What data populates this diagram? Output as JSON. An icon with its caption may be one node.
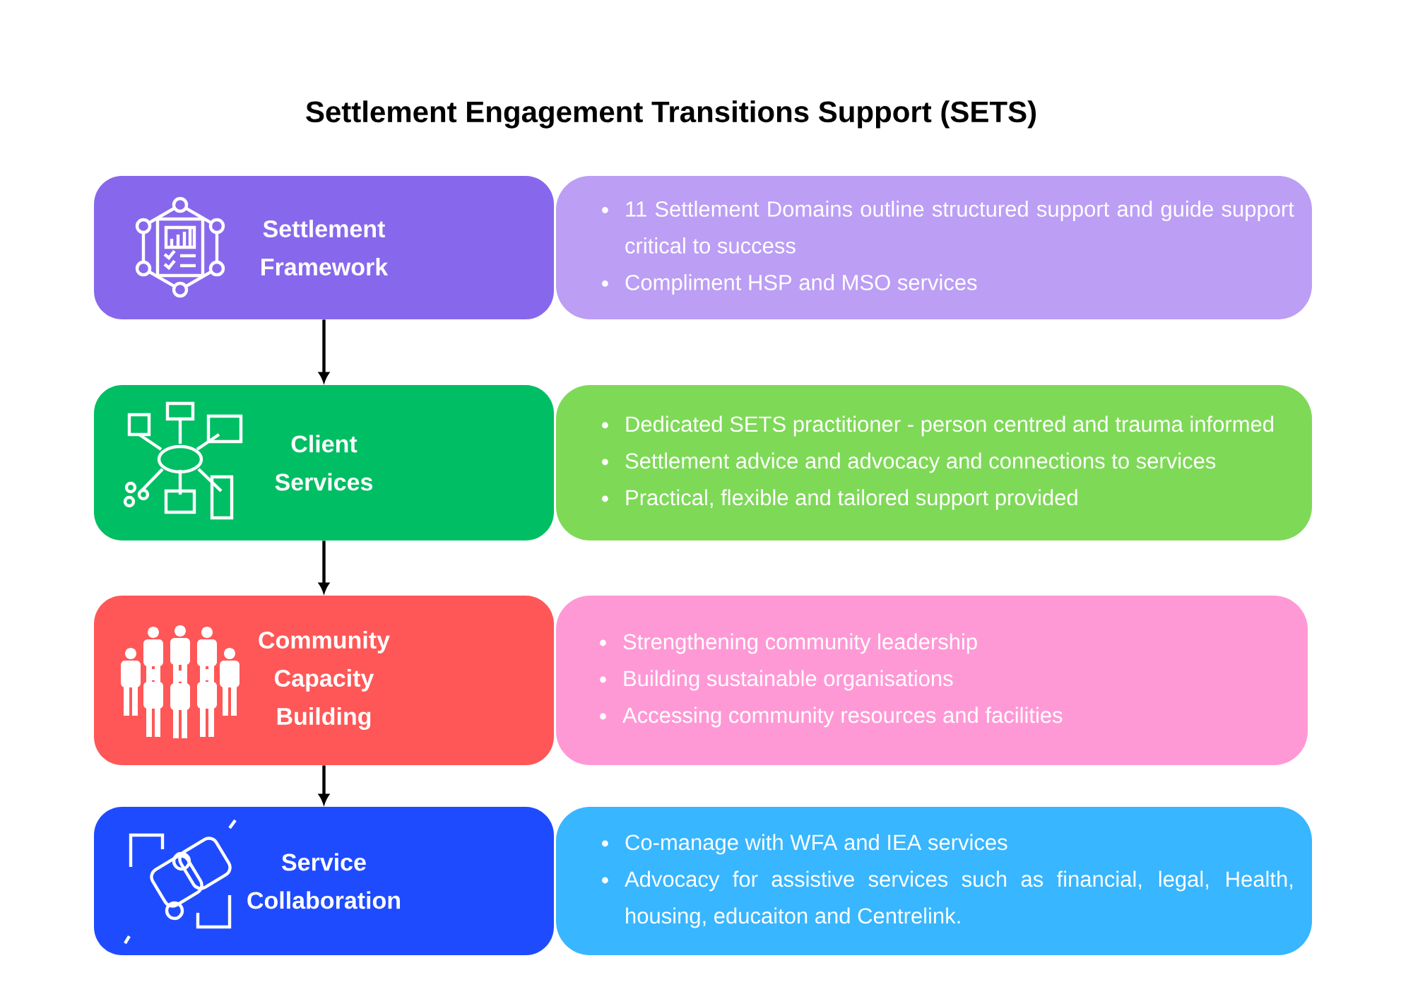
{
  "diagram": {
    "title": "Settlement Engagement Transitions Support (SETS)",
    "nodes": [
      {
        "text": [
          "Settlement Framework"
        ]
      },
      {
        "text": [
          "11 Settlement Domains outline structured support and guide support critical to success",
          "Compliment HSP and MSO services"
        ]
      },
      {
        "text": [
          "Client Services"
        ]
      },
      {
        "text": [
          "Dedicated SETS practitioner - person centred and trauma informed",
          "Settlement advice and advocacy and connections to services",
          "Practical, flexible and tailored support provided"
        ]
      },
      {
        "text": [
          "Community Capacity Building"
        ]
      },
      {
        "text": [
          "Strengthening community leadership",
          "Building sustainable organisations",
          "Accessing community resources and facilities"
        ]
      },
      {
        "text": [
          "Service Collaboration"
        ]
      },
      {
        "text": [
          "Co-manage with WFA and IEA services",
          "Advocacy for assistive services such as financial, legal, Health, housing, educaiton and Centrelink."
        ]
      }
    ],
    "edges": [
      {
        "from": 0,
        "to": 2,
        "arrow": "to"
      },
      {
        "from": 2,
        "to": 4,
        "arrow": "to"
      },
      {
        "from": 4,
        "to": 6,
        "arrow": "to"
      }
    ]
  }
}
